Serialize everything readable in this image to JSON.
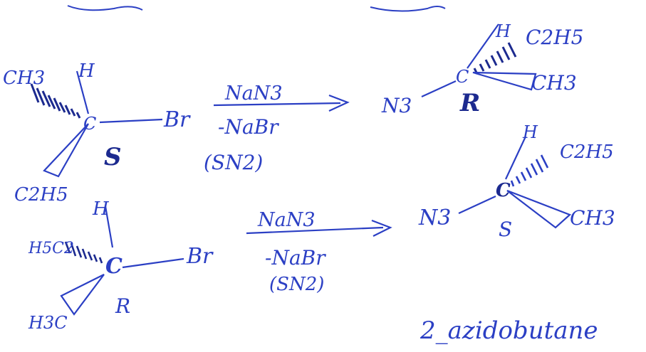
{
  "page": {
    "background": "#ffffff",
    "ink_colors": [
      "#2b3fc4",
      "#1c2a8f"
    ]
  },
  "reaction1": {
    "reactant": {
      "substituent_top": "H",
      "substituent_dash": "CH3",
      "substituent_wedge": "C2H5",
      "center": "C",
      "leaving_group": "Br",
      "configuration": "S"
    },
    "reagent": "NaN3",
    "byproduct": "-NaBr",
    "mechanism": "(SN2)",
    "product": {
      "nucleophile": "N3",
      "center": "C",
      "substituent_top": "H",
      "substituent_dash": "C2H5",
      "substituent_wedge": "CH3",
      "configuration": "R"
    }
  },
  "reaction2": {
    "reactant": {
      "substituent_top": "H",
      "substituent_dash": "H5C2",
      "substituent_wedge": "H3C",
      "center": "C",
      "leaving_group": "Br",
      "configuration": "R"
    },
    "reagent": "NaN3",
    "byproduct": "-NaBr",
    "mechanism": "(SN2)",
    "product": {
      "nucleophile": "N3",
      "center": "C",
      "substituent_top": "H",
      "substituent_dash": "C2H5",
      "substituent_wedge": "CH3",
      "configuration": "S"
    }
  },
  "product_name": "2_azidobutane"
}
